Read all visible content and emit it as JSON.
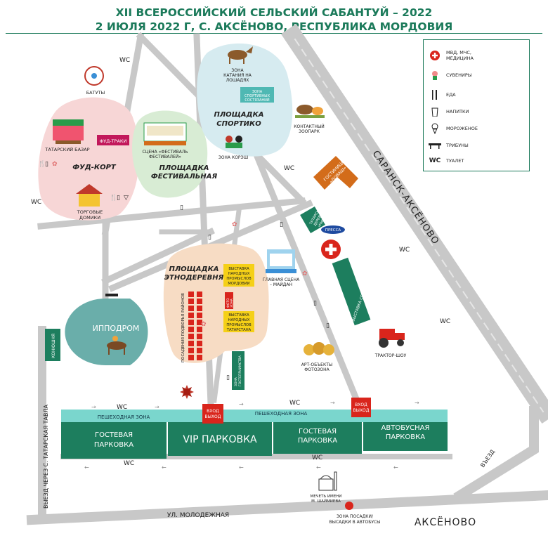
{
  "header": {
    "line1": "XII ВСЕРОССИЙСКИЙ СЕЛЬСКИЙ САБАНТУЙ – 2022",
    "line2": "2 ИЮЛЯ 2022 Г, С. АКСЁНОВО, РЕСПУБЛИКА МОРДОВИЯ"
  },
  "legend": {
    "items": [
      {
        "icon": "red-cross-icon",
        "label1": "МВД, МЧС,",
        "label2": "МЕДИЦИНА"
      },
      {
        "icon": "souvenir-icon",
        "label1": "СУВЕНИРЫ",
        "label2": ""
      },
      {
        "icon": "fork-knife-icon",
        "label1": "ЕДА",
        "label2": ""
      },
      {
        "icon": "cup-icon",
        "label1": "НАПИТКИ",
        "label2": ""
      },
      {
        "icon": "ice-cream-icon",
        "label1": "МОРОЖЕНОЕ",
        "label2": ""
      },
      {
        "icon": "bench-icon",
        "label1": "ТРИБУНЫ",
        "label2": ""
      },
      {
        "icon": "wc-icon",
        "label1": "ТУАЛЕТ",
        "label2": "",
        "glyph": "WC"
      }
    ]
  },
  "zones": {
    "batuty": "БАТУТЫ",
    "horse_riding": [
      "ЗОНА",
      "КАТАНИЯ НА",
      "ЛОШАДЯХ"
    ],
    "sport_competitions": [
      "ЗОНА",
      "СПОРТИВНЫХ",
      "СОСТЯЗАНИЙ"
    ],
    "sportiko": [
      "ПЛОЩАДКА",
      "СПОРТИКО"
    ],
    "korash": "ЗОНА КОРЭШ",
    "petting_zoo": [
      "КОНТАКТНЫЙ",
      "ЗООПАРК"
    ],
    "tatar_bazaar": "ТАТАРСКИЙ БАЗАР",
    "food_trucks": "ФУД-ТРАКИ",
    "food_court": "ФУД-КОРТ",
    "festival_stage": [
      "СЦЕНА «ФЕСТИВАЛЬ",
      "ФЕСТИВАЛЕЙ»"
    ],
    "festival_area": [
      "ПЛОЩАДКА",
      "ФЕСТИВАЛЬНАЯ"
    ],
    "trade_houses": [
      "ТОРГОВЫЕ",
      "ДОМИКИ"
    ],
    "hotel": [
      "ГОСТИНИЦА",
      "«ЛОВАШ»"
    ],
    "tatar_village": [
      "ТАТАРСКАЯ",
      "ДЕРЕВНЯ",
      "«КЫШЛАУ»"
    ],
    "press": "ПРЕССА",
    "ethno_area": [
      "ПЛОЩАДКА",
      "ЭТНОДЕРЕВНЯ"
    ],
    "mordovia_exhibition": [
      "ВЫСТАВКА",
      "НАРОДНЫХ",
      "ПРОМЫСЛОВ",
      "МОРДОВИИ"
    ],
    "tatarstan_exhibition": [
      "ВЫСТАВКА",
      "НАРОДНЫХ",
      "ПРОМЫСЛОВ",
      "ТАТАРСТАНА"
    ],
    "photo_zone_small": [
      "ФОТО",
      "ЗОНА"
    ],
    "main_stage": [
      "ГЛАВНАЯ СЦЕНА",
      "– МАЙДАН"
    ],
    "exhibition_vertical": "ВЫСТАВКА СЕЛЬХОЗТЕХНИКИ",
    "hippodrome": "ИППОДРОМ",
    "stables": "КОНЮШНЯ",
    "village_houses": "ПОСАДЕНИЯ ПОДВОРЬЯ РАЙОНОВ",
    "hospitality_zone": [
      "ЗОНА",
      "ГОСТЕПРИИМСТВА"
    ],
    "art_objects": [
      "АРТ-ОБЪЕКТЫ",
      "ФОТОЗОНА"
    ],
    "tractor_show": "ТРАКТОР-ШОУ",
    "mosque": [
      "МЕЧЕТЬ ИМЕНИ",
      "М. ШАЙМИЕВА"
    ],
    "bus_zone": [
      "ЗОНА ПОСАДКИ/",
      "ВЫСАДКИ В АВТОБУСЫ"
    ]
  },
  "parking": {
    "pedestrian_left": "ПЕШЕХОДНАЯ ЗОНА",
    "pedestrian_right": "ПЕШЕХОДНАЯ ЗОНА",
    "guest1": [
      "ГОСТЕВАЯ",
      "ПАРКОВКА"
    ],
    "vip": "VIP ПАРКОВКА",
    "guest2": [
      "ГОСТЕВАЯ",
      "ПАРКОВКА"
    ],
    "bus": [
      "АВТОБУСНАЯ",
      "ПАРКОВКА"
    ],
    "entrance": [
      "ВХОД",
      "ВЫХОД"
    ]
  },
  "roads": {
    "saransk": "САРАНСК-АКСЁНОВО",
    "molodezhnaya": "УЛ. МОЛОДЕЖНАЯ",
    "tatar_exit": "ВЫЕЗД ЧЕРЕЗ С. ТАТАРСКАЯ ТАВЛА",
    "exit": "ВЪЕЗД",
    "aksenovo": "АКСЁНОВО"
  },
  "wc_label": "WC",
  "colors": {
    "brand_green": "#1b7a5a",
    "road_gray": "#c8c8c8",
    "food_pink": "#f7d6d6",
    "festival_green": "#d8ecd4",
    "sport_blue": "#d6ebf0",
    "ethno_orange": "#f7dcc4",
    "hippodrome": "#6aaeaa",
    "parking_green": "#1d7e5e",
    "pedestrian": "#7ad6cd",
    "entrance_red": "#d9251c",
    "hotel_orange": "#d36c1a",
    "exhibit_yellow": "#f5d017"
  }
}
